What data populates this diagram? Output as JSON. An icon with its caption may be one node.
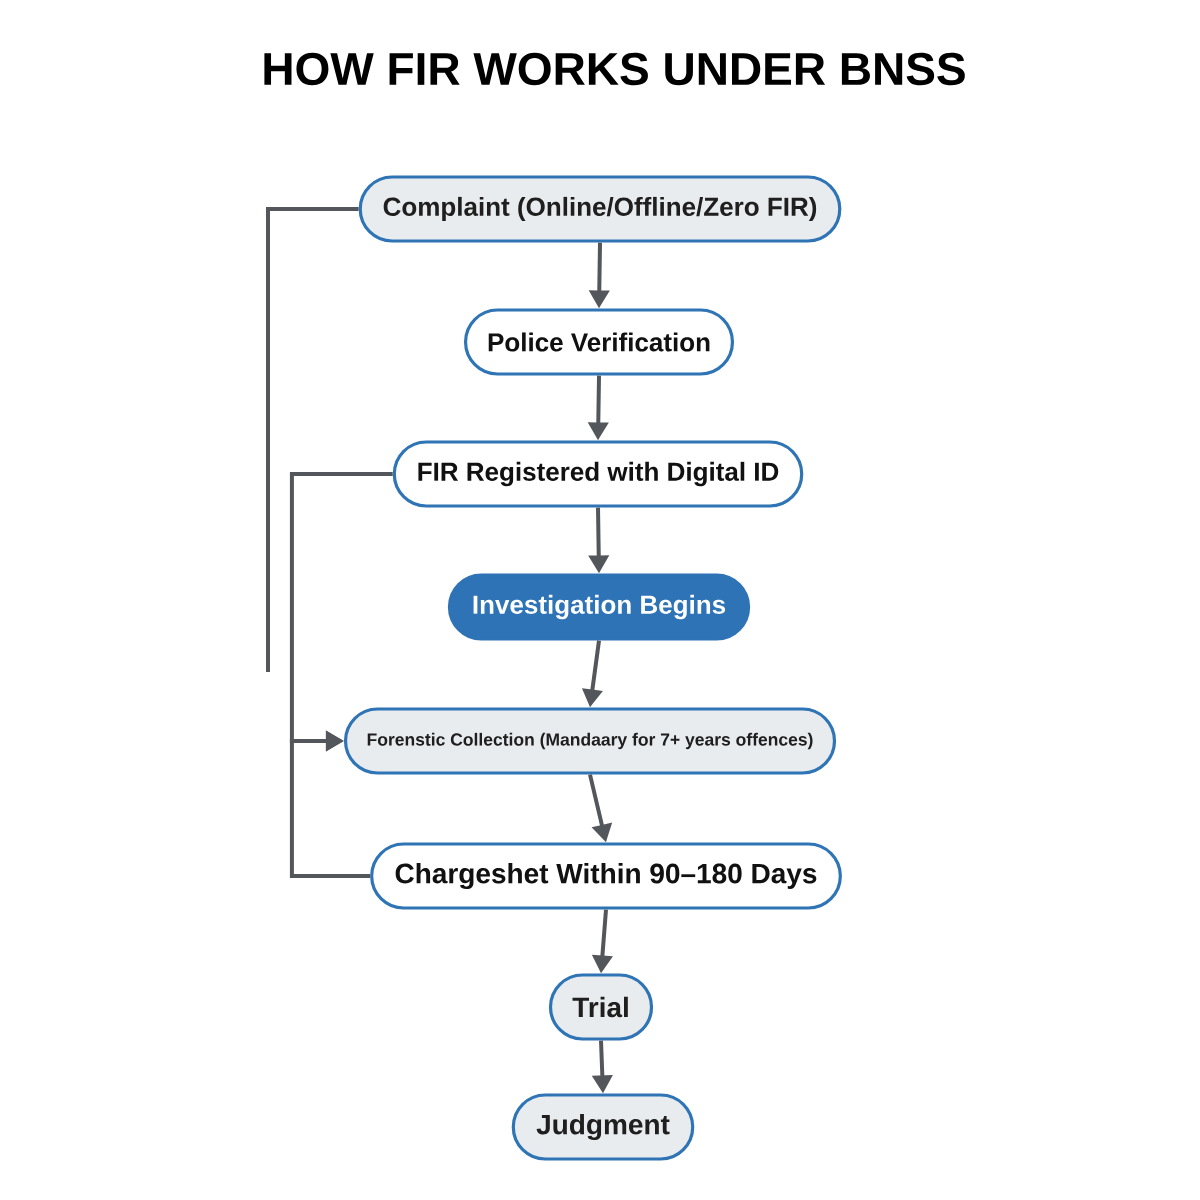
{
  "diagram": {
    "title": "HOW FIR WORKS UNDER BNSS",
    "nodes": [
      {
        "text": [
          "Complaint (Online/Offline/Zero FIR)"
        ]
      },
      {
        "text": [
          "Police Verification"
        ]
      },
      {
        "text": [
          "FIR Registered with Digital ID"
        ]
      },
      {
        "text": [
          "Investigation Begins"
        ]
      },
      {
        "text": [
          "Forenstic Collection (Mandaary for 7+ years offences)"
        ]
      },
      {
        "text": [
          "Chargeshet Within 90–180 Days"
        ]
      },
      {
        "text": [
          "Trial"
        ]
      },
      {
        "text": [
          "Judgment"
        ]
      }
    ],
    "edges": [
      {
        "from": 0,
        "to": 1,
        "arrow": "to"
      },
      {
        "from": 1,
        "to": 2,
        "arrow": "to"
      },
      {
        "from": 2,
        "to": 3,
        "arrow": "to"
      },
      {
        "from": 3,
        "to": 4,
        "arrow": "to"
      },
      {
        "from": 4,
        "to": 5,
        "arrow": "to"
      },
      {
        "from": 5,
        "to": 6,
        "arrow": "to"
      },
      {
        "from": 6,
        "to": 7,
        "arrow": "to"
      },
      {
        "from": 2,
        "to": 4,
        "arrow": "to"
      },
      {
        "from": 5,
        "to": 4,
        "arrow": "to"
      },
      {
        "from": 0,
        "to": null,
        "arrow": "none"
      }
    ]
  }
}
